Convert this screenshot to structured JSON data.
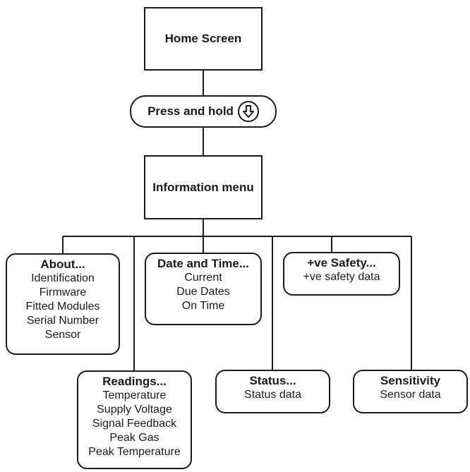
{
  "home": {
    "label": "Home Screen"
  },
  "press": {
    "label": "Press and hold",
    "icon": "down-arrow-key-icon"
  },
  "info": {
    "label": "Information menu"
  },
  "about": {
    "title": "About...",
    "items": [
      "Identification",
      "Firmware",
      "Fitted Modules",
      "Serial Number",
      "Sensor"
    ]
  },
  "datetime": {
    "title": "Date and Time...",
    "items": [
      "Current",
      "Due Dates",
      "On Time"
    ]
  },
  "safety": {
    "title": "+ve Safety...",
    "items": [
      "+ve safety data"
    ]
  },
  "readings": {
    "title": "Readings...",
    "items": [
      "Temperature",
      "Supply Voltage",
      "Signal Feedback",
      "Peak Gas",
      "Peak Temperature"
    ]
  },
  "status": {
    "title": "Status...",
    "items": [
      "Status data"
    ]
  },
  "sensitivity": {
    "title": "Sensitivity",
    "items": [
      "Sensor data"
    ]
  }
}
